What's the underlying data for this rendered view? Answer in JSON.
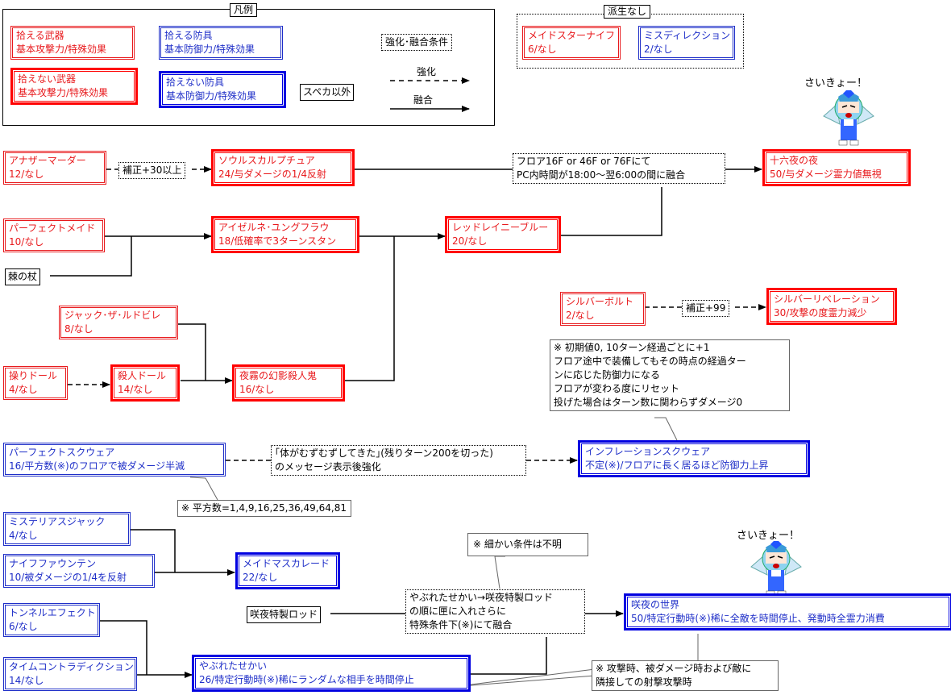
{
  "legend": {
    "title": "凡例",
    "pickable_weapon": [
      "拾える武器",
      "基本攻撃力/特殊効果"
    ],
    "pickable_armor": [
      "拾える防具",
      "基本防御力/特殊効果"
    ],
    "unpickable_weapon": [
      "拾えない武器",
      "基本攻撃力/特殊効果"
    ],
    "unpickable_armor": [
      "拾えない防具",
      "基本防御力/特殊効果"
    ],
    "condition": "強化･融合条件",
    "non_spellcard": "スペカ以外",
    "enhance": "強化",
    "fusion": "融合"
  },
  "no_derivation": {
    "title": "派生なし",
    "items": [
      {
        "name": "メイドスターナイフ",
        "stat": "6/なし"
      },
      {
        "name": "ミスディレクション",
        "stat": "2/なし"
      }
    ]
  },
  "shouts": [
    "さいきょー！",
    "さいきょー！"
  ],
  "nodes": {
    "another_murder": {
      "name": "アナザーマーダー",
      "stat": "12/なし"
    },
    "soul_sculpture": {
      "name": "ソウルスカルプチュア",
      "stat": "24/与ダメージの1/4反射"
    },
    "izayoi_night": {
      "name": "十六夜の夜",
      "stat": "50/与ダメージ霊力値無視"
    },
    "perfect_maid": {
      "name": "パーフェクトメイド",
      "stat": "10/なし"
    },
    "eisernen": {
      "name": "アイゼルネ･ユングフラウ",
      "stat": "18/低確率で3ターンスタン"
    },
    "red_rainy_blue": {
      "name": "レッドレイニーブルー",
      "stat": "20/なし"
    },
    "thorn_staff": {
      "name": "棘の杖"
    },
    "silver_bolt": {
      "name": "シルバーボルト",
      "stat": "2/なし"
    },
    "silver_revelation": {
      "name": "シルバーリベレーション",
      "stat": "30/攻撃の度霊力減少"
    },
    "jack_ludobile": {
      "name": "ジャック･ザ･ルドビレ",
      "stat": "8/なし"
    },
    "puppet_doll": {
      "name": "操りドール",
      "stat": "4/なし"
    },
    "killer_doll": {
      "name": "殺人ドール",
      "stat": "14/なし"
    },
    "phantom_killer": {
      "name": "夜霧の幻影殺人鬼",
      "stat": "16/なし"
    },
    "perfect_square": {
      "name": "パーフェクトスクウェア",
      "stat": "16/平方数(※)のフロアで被ダメージ半減"
    },
    "inflation_square": {
      "name": "インフレーションスクウェア",
      "stat": "不定(※)/フロアに長く居るほど防御力上昇"
    },
    "mysterious_jack": {
      "name": "ミステリアスジャック",
      "stat": "4/なし"
    },
    "knife_fountain": {
      "name": "ナイフファウンテン",
      "stat": "10/被ダメージの1/4を反射"
    },
    "maid_masquerade": {
      "name": "メイドマスカレード",
      "stat": "22/なし"
    },
    "sakuya_rod": {
      "name": "咲夜特製ロッド"
    },
    "sakuya_world": {
      "name": "咲夜の世界",
      "stat": "50/特定行動時(※)稀に全敵を時間停止、発動時全霊力消費"
    },
    "tunnel_effect": {
      "name": "トンネルエフェクト",
      "stat": "6/なし"
    },
    "time_contradiction": {
      "name": "タイムコントラディクション",
      "stat": "14/なし"
    },
    "broken_world": {
      "name": "やぶれたせかい",
      "stat": "26/特定行動時(※)稀にランダムな相手を時間停止"
    }
  },
  "conditions": {
    "plus30": "補正+30以上",
    "floor_time": [
      "フロア16F or 46F or 76Fにて",
      "PC内時間が18:00～翌6:00の間に融合"
    ],
    "plus99": "補正+99",
    "body_itch": [
      "｢体がむずむずしてきた｣(残りターン200を切った)",
      "のメッセージ表示後強化"
    ],
    "rod_fusion": [
      "やぶれたせかい→咲夜特製ロッド",
      "の順に匣に入れさらに",
      "特殊条件下(※)にて融合"
    ]
  },
  "notes": {
    "inflation": [
      "※ 初期値0, 10ターン経過ごとに+1",
      "フロア途中で装備してもその時点の経過ター",
      "ンに応じた防御力になる",
      "フロアが変わる度にリセット",
      "投げた場合はターン数に関わらずダメージ0"
    ],
    "square": "※ 平方数=1,4,9,16,25,36,49,64,81",
    "unknown": "※ 細かい条件は不明",
    "action": [
      "※ 攻撃時、被ダメージ時および敵に",
      "隣接しての射撃攻撃時"
    ]
  },
  "colors": {
    "red": "#e8191c",
    "blue": "#1f2fc8"
  }
}
